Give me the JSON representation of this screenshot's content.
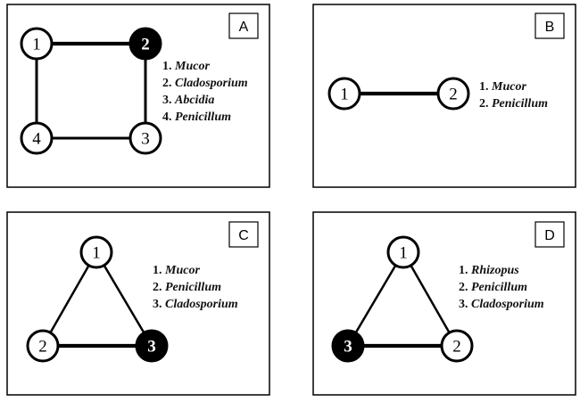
{
  "colors": {
    "edge": "#000000",
    "node_stroke": "#000000",
    "node_fill_default": "#ffffff",
    "node_fill_highlight": "#000000",
    "node_text_default": "#000000",
    "node_text_highlight": "#ffffff"
  },
  "panels": [
    {
      "id": "A",
      "label": "A",
      "nodes": [
        {
          "id": "1",
          "label": "1",
          "highlighted": false
        },
        {
          "id": "2",
          "label": "2",
          "highlighted": true
        },
        {
          "id": "3",
          "label": "3",
          "highlighted": false
        },
        {
          "id": "4",
          "label": "4",
          "highlighted": false
        }
      ],
      "edges": [
        {
          "from": "1",
          "to": "2",
          "weight": "strong"
        },
        {
          "from": "2",
          "to": "3",
          "weight": "normal"
        },
        {
          "from": "3",
          "to": "4",
          "weight": "normal"
        },
        {
          "from": "4",
          "to": "1",
          "weight": "normal"
        }
      ],
      "legend": [
        {
          "number": "1.",
          "name": "Mucor"
        },
        {
          "number": "2.",
          "name": "Cladosporium"
        },
        {
          "number": "3.",
          "name": "Abcidia"
        },
        {
          "number": "4.",
          "name": "Penicillum"
        }
      ]
    },
    {
      "id": "B",
      "label": "B",
      "nodes": [
        {
          "id": "1",
          "label": "1",
          "highlighted": false
        },
        {
          "id": "2",
          "label": "2",
          "highlighted": false
        }
      ],
      "edges": [
        {
          "from": "1",
          "to": "2",
          "weight": "strong"
        }
      ],
      "legend": [
        {
          "number": "1.",
          "name": "Mucor"
        },
        {
          "number": "2.",
          "name": "Penicillum"
        }
      ]
    },
    {
      "id": "C",
      "label": "C",
      "nodes": [
        {
          "id": "1",
          "label": "1",
          "highlighted": false
        },
        {
          "id": "2",
          "label": "2",
          "highlighted": false
        },
        {
          "id": "3",
          "label": "3",
          "highlighted": true
        }
      ],
      "edges": [
        {
          "from": "1",
          "to": "2",
          "weight": "normal"
        },
        {
          "from": "1",
          "to": "3",
          "weight": "normal"
        },
        {
          "from": "2",
          "to": "3",
          "weight": "strong"
        }
      ],
      "legend": [
        {
          "number": "1.",
          "name": "Mucor"
        },
        {
          "number": "2.",
          "name": "Penicillum"
        },
        {
          "number": "3.",
          "name": "Cladosporium"
        }
      ]
    },
    {
      "id": "D",
      "label": "D",
      "nodes": [
        {
          "id": "1",
          "label": "1",
          "highlighted": false
        },
        {
          "id": "2",
          "label": "2",
          "highlighted": false
        },
        {
          "id": "3",
          "label": "3",
          "highlighted": true
        }
      ],
      "edges": [
        {
          "from": "1",
          "to": "2",
          "weight": "normal"
        },
        {
          "from": "1",
          "to": "3",
          "weight": "normal"
        },
        {
          "from": "3",
          "to": "2",
          "weight": "strong"
        }
      ],
      "legend": [
        {
          "number": "1.",
          "name": "Rhizopus"
        },
        {
          "number": "2.",
          "name": "Penicillum"
        },
        {
          "number": "3.",
          "name": "Cladosporium"
        }
      ]
    }
  ]
}
